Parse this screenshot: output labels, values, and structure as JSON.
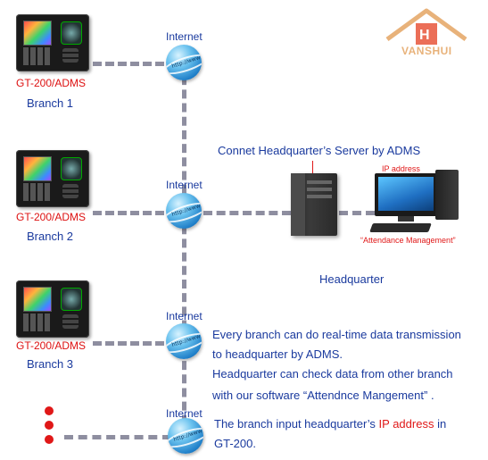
{
  "branches": [
    {
      "device_label": "GT-200/ADMS",
      "name": "Branch 1",
      "internet": "Internet"
    },
    {
      "device_label": "GT-200/ADMS",
      "name": "Branch 2",
      "internet": "Internet"
    },
    {
      "device_label": "GT-200/ADMS",
      "name": "Branch 3",
      "internet": "Internet"
    }
  ],
  "bottom_internet": "Internet",
  "globe_text": "http://www",
  "logo": {
    "text": "VANSHUI"
  },
  "server": {
    "caption": "Connet Headquarter’s Server by ADMS",
    "ip_label": "IP address",
    "software_label": "“Attendance Management”",
    "headquarter_label": "Headquarter"
  },
  "notes": {
    "line1": "Every branch can do real-time data transmission",
    "line2": "to headquarter by ADMS.",
    "line3": "Headquarter can check data from other branch",
    "line4": "with our software “Attendnce Mangement” .",
    "line5_pre": "The branch input  headquarter’s ",
    "line5_red": "IP address",
    "line5_post": " in",
    "line6": "GT-200."
  },
  "colors": {
    "text_blue": "#1a3a9e",
    "accent_red": "#e01818",
    "dash_gray": "#8e8ea0"
  }
}
